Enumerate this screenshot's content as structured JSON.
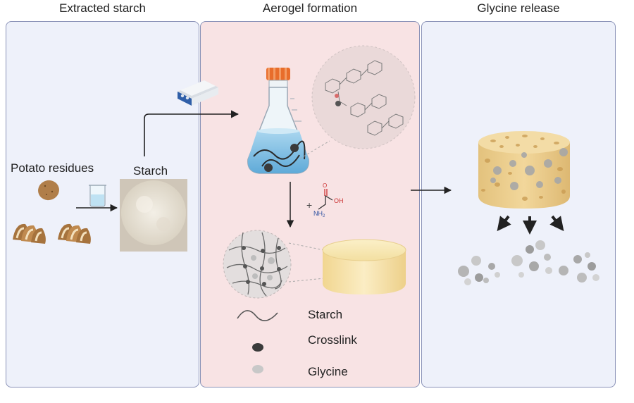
{
  "panels": [
    {
      "title": "Extracted starch",
      "color": "#eef1fa"
    },
    {
      "title": "Aerogel formation",
      "color": "#f8e3e4"
    },
    {
      "title": "Glycine release",
      "color": "#eef1fa"
    }
  ],
  "labels": {
    "potato_residues": "Potato residues",
    "starch": "Starch"
  },
  "chemical": {
    "plus": "+",
    "oh": "OH",
    "o": "O",
    "nh2": "NH",
    "nh2_sub": "2"
  },
  "legend": [
    {
      "label": "Starch",
      "icon": "starch-chain-icon"
    },
    {
      "label": "Crosslink",
      "icon": "crosslink-dot-icon",
      "color": "#3a3a3a"
    },
    {
      "label": "Glycine",
      "icon": "glycine-dot-icon",
      "color": "#c8c8c8"
    }
  ]
}
